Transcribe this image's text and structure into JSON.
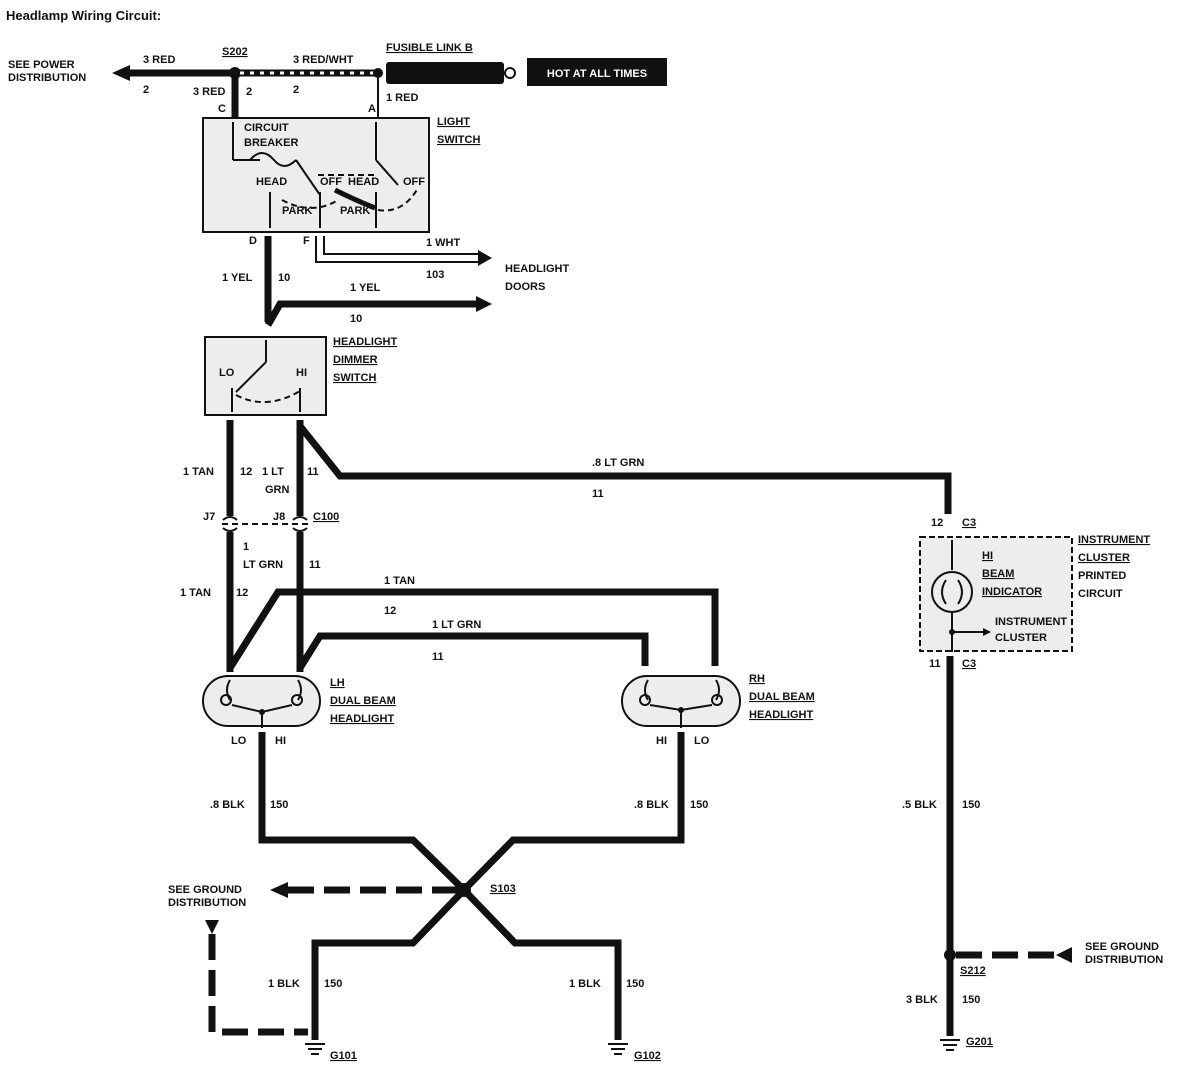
{
  "title": "Headlamp Wiring Circuit:",
  "power": {
    "see_power": [
      "SEE POWER",
      "DISTRIBUTION"
    ],
    "wire_left": "3 RED",
    "wire_left_num": "2",
    "splice": "S202",
    "wire_mid": "3 RED/WHT",
    "wire_mid_num": "2",
    "wire_down": "3 RED",
    "wire_down_num": "2",
    "fusible_link": "FUSIBLE LINK B",
    "fusible_wire": "1 RED",
    "hot_label": "HOT AT ALL TIMES"
  },
  "light_switch": {
    "title": [
      "LIGHT",
      "SWITCH"
    ],
    "pin_c": "C",
    "pin_a": "A",
    "pin_d": "D",
    "pin_f": "F",
    "breaker": [
      "CIRCUIT",
      "BREAKER"
    ],
    "head_1": "HEAD",
    "off_1": "OFF",
    "park_1": "PARK",
    "head_2": "HEAD",
    "off_2": "OFF",
    "park_2": "PARK"
  },
  "doors": {
    "wire": "1 WHT",
    "num": "103",
    "label": [
      "HEADLIGHT",
      "DOORS"
    ]
  },
  "yel": {
    "wire_a": "1 YEL",
    "num_a": "10",
    "wire_b": "1 YEL",
    "num_b": "10"
  },
  "dimmer": {
    "title": [
      "HEADLIGHT",
      "DIMMER",
      "SWITCH"
    ],
    "lo": "LO",
    "hi": "HI"
  },
  "dimmer_out": {
    "tan": "1 TAN",
    "tan_num": "12",
    "ltgrn": [
      "1 LT",
      "GRN"
    ],
    "ltgrn_num": "11",
    "long_ltgrn": ".8 LT GRN",
    "long_ltgrn_num": "11"
  },
  "connectors": {
    "j7": "J7",
    "j8": "J8",
    "c100": "C100"
  },
  "lower_wires": {
    "ltgrn": [
      "1",
      "LT GRN"
    ],
    "ltgrn_num": "11",
    "tan": "1 TAN",
    "tan_num": "12",
    "tan_rh": "1 TAN",
    "tan_rh_num": "12",
    "ltgrn_rh": "1 LT GRN",
    "ltgrn_rh_num": "11"
  },
  "lh_headlight": {
    "title": [
      "LH",
      "DUAL BEAM",
      "HEADLIGHT"
    ],
    "lo": "LO",
    "hi": "HI"
  },
  "rh_headlight": {
    "title": [
      "RH",
      "DUAL BEAM",
      "HEADLIGHT"
    ],
    "hi": "HI",
    "lo": "LO"
  },
  "cluster": {
    "pin_top_num": "12",
    "pin_top": "C3",
    "pin_bot_num": "11",
    "pin_bot": "C3",
    "indicator": [
      "HI",
      "BEAM",
      "INDICATOR"
    ],
    "inst": [
      "INSTRUMENT",
      "CLUSTER"
    ],
    "title": [
      "INSTRUMENT",
      "CLUSTER",
      "PRINTED",
      "CIRCUIT"
    ]
  },
  "grounds": {
    "lh_blk": ".8 BLK",
    "lh_num": "150",
    "rh_blk": ".8 BLK",
    "rh_num": "150",
    "splice": "S103",
    "see_ground_left": [
      "SEE GROUND",
      "DISTRIBUTION"
    ],
    "g101_wire": "1 BLK",
    "g101_num": "150",
    "g101": "G101",
    "g102_wire": "1 BLK",
    "g102_num": "150",
    "g102": "G102",
    "ind_blk": ".5 BLK",
    "ind_num": "150",
    "s212": "S212",
    "s212_wire": "3 BLK",
    "s212_num": "150",
    "see_ground_right": [
      "SEE GROUND",
      "DISTRIBUTION"
    ],
    "g201": "G201"
  },
  "colors": {
    "ink": "#111111",
    "box_fill": "#ededed",
    "hot_bg": "#111111",
    "hot_text": "#ffffff"
  }
}
